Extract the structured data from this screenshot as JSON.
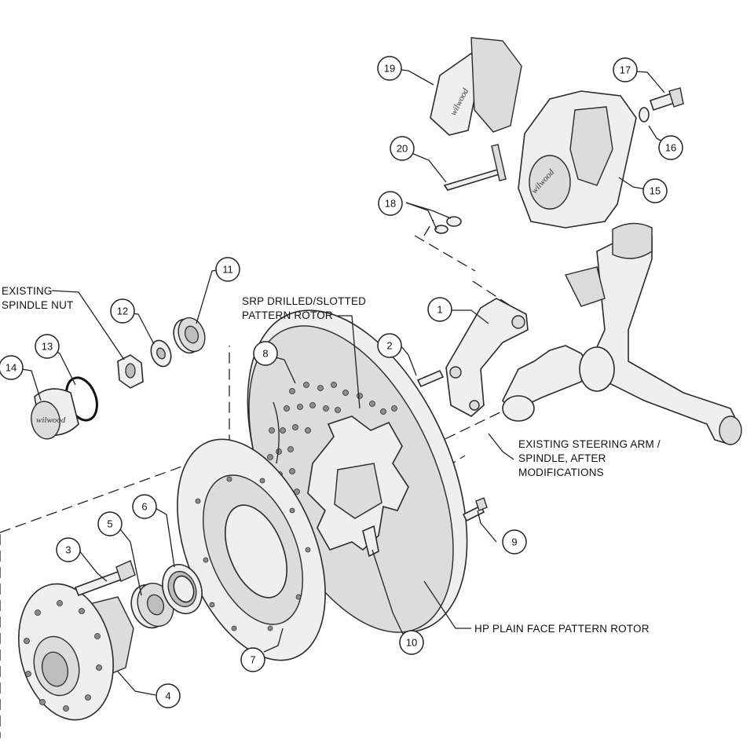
{
  "labels": {
    "existing_spindle_nut": [
      "EXISTING",
      "SPINDLE NUT"
    ],
    "srp_rotor": [
      "SRP DRILLED/SLOTTED",
      "PATTERN ROTOR"
    ],
    "steering_arm": [
      "EXISTING STEERING ARM /",
      "SPINDLE, AFTER",
      "MODIFICATIONS"
    ],
    "hp_rotor": "HP PLAIN FACE PATTERN ROTOR"
  },
  "callouts": [
    "1",
    "2",
    "3",
    "4",
    "5",
    "6",
    "7",
    "8",
    "9",
    "10",
    "11",
    "12",
    "13",
    "14",
    "15",
    "16",
    "17",
    "18",
    "19",
    "20"
  ],
  "brand_mark": "wilwood",
  "colors": {
    "line": "#2a2a2a",
    "part_fill": "#efefef",
    "background": "#ffffff"
  }
}
